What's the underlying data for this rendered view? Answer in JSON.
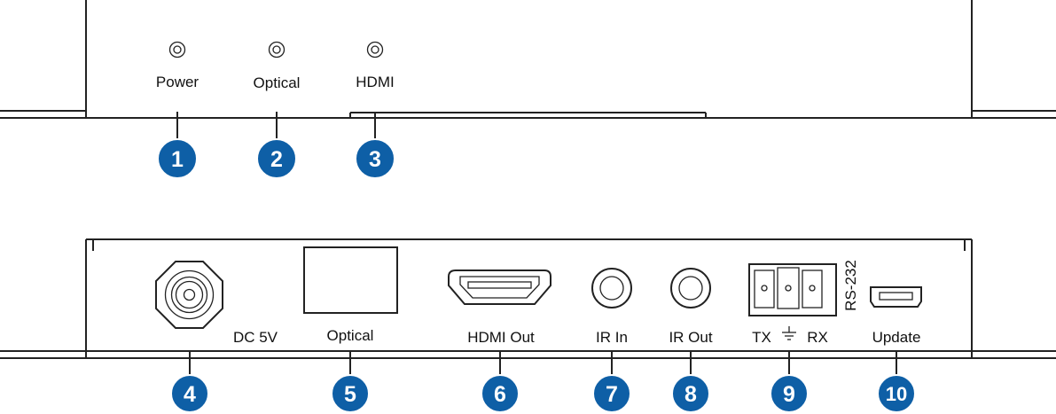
{
  "top_panel": {
    "leds": [
      {
        "label": "Power",
        "number": "1"
      },
      {
        "label": "Optical",
        "number": "2"
      },
      {
        "label": "HDMI",
        "number": "3"
      }
    ]
  },
  "bottom_panel": {
    "ports": [
      {
        "label": "DC 5V",
        "number": "4"
      },
      {
        "label": "Optical",
        "number": "5"
      },
      {
        "label": "HDMI Out",
        "number": "6"
      },
      {
        "label": "IR In",
        "number": "7"
      },
      {
        "label": "IR Out",
        "number": "8"
      },
      {
        "label": "TX",
        "label2": "RX",
        "number": "9"
      },
      {
        "label": "Update",
        "number": "10"
      }
    ],
    "rs232_label": "RS-232"
  },
  "colors": {
    "callout_fill": "#0e5fa6",
    "callout_stroke": "#ffffff",
    "line": "#222222"
  }
}
